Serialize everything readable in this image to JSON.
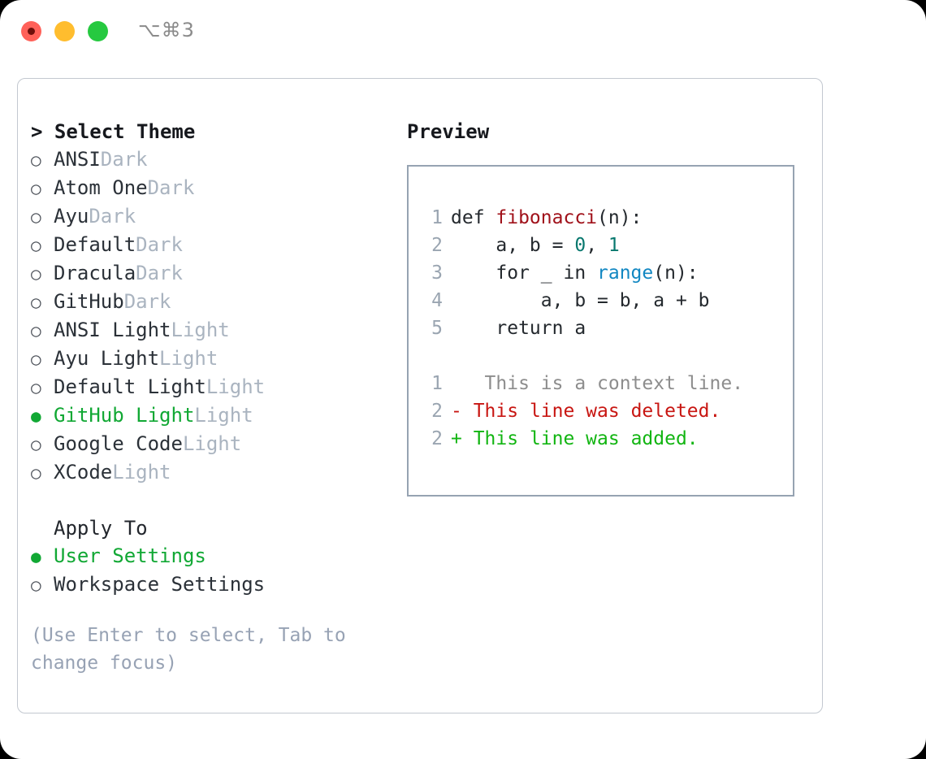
{
  "titlebar": {
    "shortcut": "⌥⌘3",
    "lights": [
      {
        "name": "close",
        "color": "#ff6159"
      },
      {
        "name": "minimize",
        "color": "#ffbd2e"
      },
      {
        "name": "maximize",
        "color": "#26c940"
      }
    ]
  },
  "theme_picker": {
    "heading": "> Select Theme",
    "marker_selected": "●",
    "marker_unselected": "○",
    "items": [
      {
        "label": "ANSI",
        "badge": "Dark",
        "selected": false
      },
      {
        "label": "Atom One",
        "badge": "Dark",
        "selected": false
      },
      {
        "label": "Ayu",
        "badge": "Dark",
        "selected": false
      },
      {
        "label": "Default",
        "badge": "Dark",
        "selected": false
      },
      {
        "label": "Dracula",
        "badge": "Dark",
        "selected": false
      },
      {
        "label": "GitHub",
        "badge": "Dark",
        "selected": false
      },
      {
        "label": "ANSI Light",
        "badge": "Light",
        "selected": false
      },
      {
        "label": "Ayu Light",
        "badge": "Light",
        "selected": false
      },
      {
        "label": "Default Light",
        "badge": "Light",
        "selected": false
      },
      {
        "label": "GitHub Light",
        "badge": "Light",
        "selected": true
      },
      {
        "label": "Google Code",
        "badge": "Light",
        "selected": false
      },
      {
        "label": "XCode",
        "badge": "Light",
        "selected": false
      }
    ]
  },
  "apply_to": {
    "heading": "Apply To",
    "items": [
      {
        "label": "User Settings",
        "selected": true
      },
      {
        "label": "Workspace Settings",
        "selected": false
      }
    ]
  },
  "hint": "(Use Enter to select, Tab to change focus)",
  "preview": {
    "title": "Preview",
    "code_lines": [
      {
        "no": "1",
        "tokens": [
          {
            "text": "def ",
            "kind": "plain"
          },
          {
            "text": "fibonacci",
            "kind": "func"
          },
          {
            "text": "(n):",
            "kind": "plain"
          }
        ]
      },
      {
        "no": "2",
        "tokens": [
          {
            "text": "    a, b = ",
            "kind": "plain"
          },
          {
            "text": "0",
            "kind": "num"
          },
          {
            "text": ", ",
            "kind": "plain"
          },
          {
            "text": "1",
            "kind": "num"
          }
        ]
      },
      {
        "no": "3",
        "tokens": [
          {
            "text": "    for _ in ",
            "kind": "plain"
          },
          {
            "text": "range",
            "kind": "call"
          },
          {
            "text": "(n):",
            "kind": "plain"
          }
        ]
      },
      {
        "no": "4",
        "tokens": [
          {
            "text": "        a, b = b, a + b",
            "kind": "plain"
          }
        ]
      },
      {
        "no": "5",
        "tokens": [
          {
            "text": "    return a",
            "kind": "plain"
          }
        ]
      }
    ],
    "diff_lines": [
      {
        "no": "1",
        "marker": " ",
        "text": "  This is a context line.",
        "kind": "context"
      },
      {
        "no": "2",
        "marker": "-",
        "text": " This line was deleted.",
        "kind": "deleted"
      },
      {
        "no": "2",
        "marker": "+",
        "text": " This line was added.",
        "kind": "added"
      }
    ]
  },
  "colors": {
    "accent_green": "#11a834",
    "badge_gray": "#aab4c0",
    "hint_gray": "#97a2b4",
    "panel_border": "#c3c8d0",
    "preview_border": "#96a3b2",
    "diff_deleted": "#c81612",
    "diff_added": "#12b512",
    "diff_context": "#8d8d8d",
    "token_func": "#a0111a",
    "token_num": "#08786e",
    "token_call": "#1287c2"
  }
}
